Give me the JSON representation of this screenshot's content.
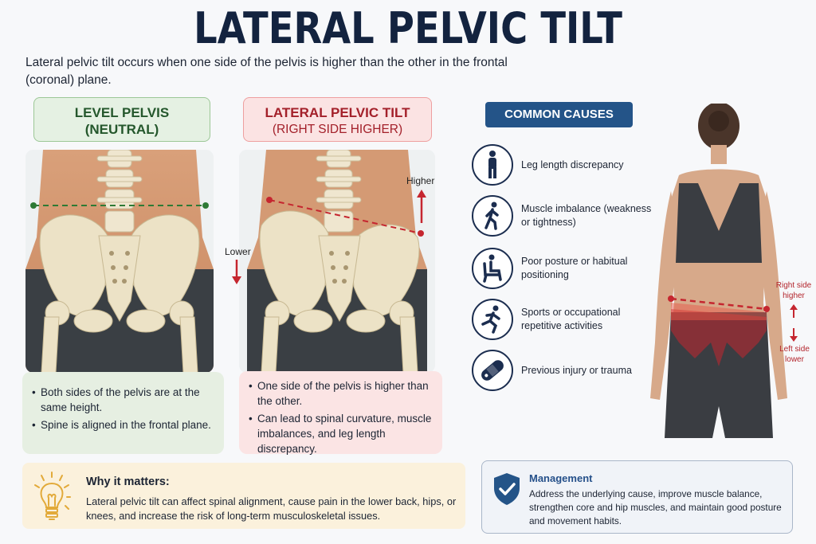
{
  "header": {
    "title": "LATERAL PELVIC TILT",
    "subtitle": "Lateral pelvic tilt occurs when one side of the pelvis is higher than the other in the frontal (coronal) plane."
  },
  "panels": {
    "level": {
      "title": "LEVEL PELVIS",
      "subtitle": "(NEUTRAL)",
      "bullets": [
        "Both sides of the pelvis are at the same height.",
        "Spine is aligned in the frontal plane."
      ],
      "accent": "#24572c"
    },
    "tilt": {
      "title": "LATERAL PELVIC TILT",
      "subtitle": "(RIGHT SIDE HIGHER)",
      "higher_label": "Higher",
      "lower_label": "Lower",
      "bullets": [
        "One side of the pelvis is higher than the other.",
        "Can lead to spinal curvature, muscle imbalances, and leg length discrepancy."
      ],
      "accent": "#a3202a"
    }
  },
  "causes": {
    "header": "COMMON CAUSES",
    "items": [
      {
        "icon": "standing-person-icon",
        "text": "Leg length discrepancy"
      },
      {
        "icon": "walking-person-icon",
        "text": "Muscle imbalance (weakness or tightness)"
      },
      {
        "icon": "seated-person-icon",
        "text": "Poor posture or habitual positioning"
      },
      {
        "icon": "running-person-icon",
        "text": "Sports or occupational repetitive activities"
      },
      {
        "icon": "bandage-icon",
        "text": "Previous injury or trauma"
      }
    ]
  },
  "photo": {
    "right_label": "Right side higher",
    "left_label": "Left side lower"
  },
  "why": {
    "title": "Why it matters:",
    "text": "Lateral pelvic tilt can affect spinal alignment, cause pain in the lower back, hips, or knees, and increase the risk of long-term musculoskeletal issues."
  },
  "management": {
    "title": "Management",
    "text": "Address the underlying cause, improve muscle balance, strengthen core and hip muscles, and maintain good posture and movement habits."
  },
  "colors": {
    "title": "#13233f",
    "green": "#24572c",
    "red": "#a3202a",
    "navy": "#245488",
    "amber": "#e8b23a"
  }
}
